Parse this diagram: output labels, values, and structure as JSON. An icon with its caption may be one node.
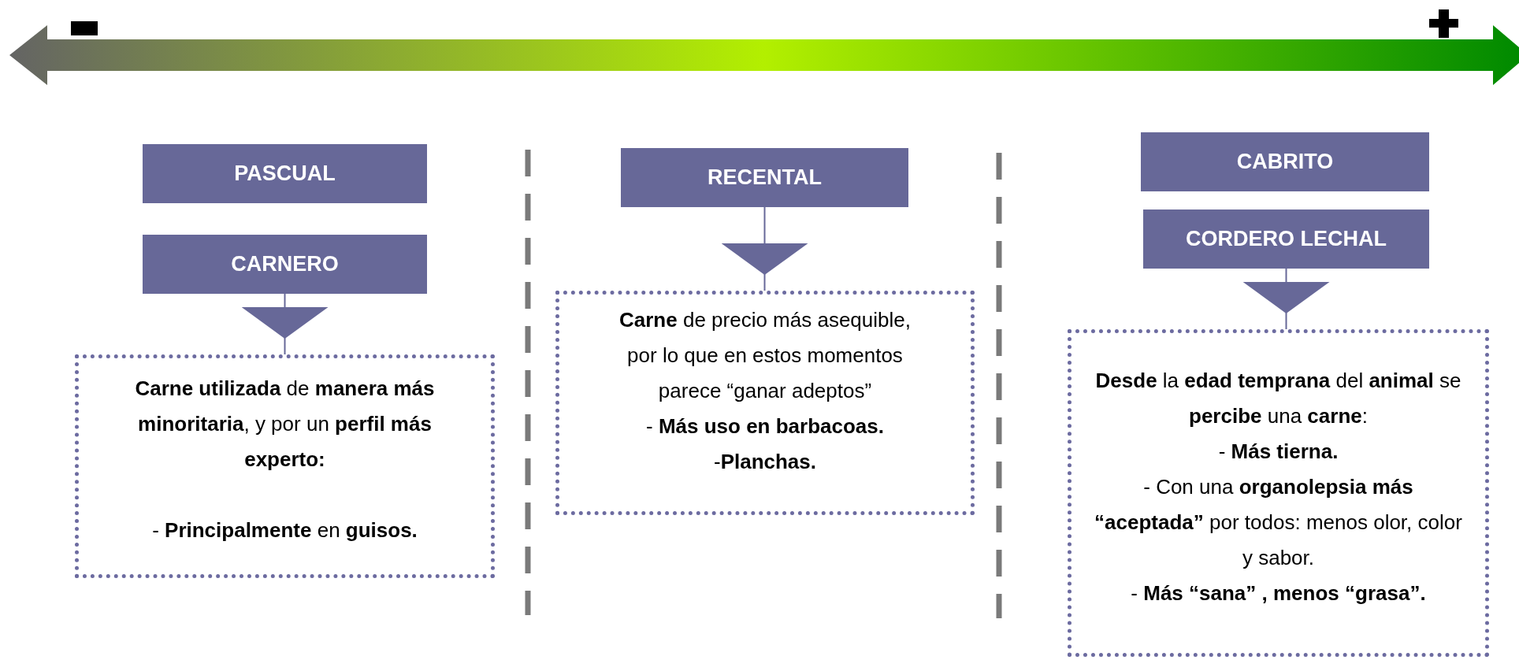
{
  "diagram": {
    "nodes": [
      {
        "text": [
          "PASCUAL"
        ]
      },
      {
        "text": [
          "CARNERO"
        ]
      },
      {
        "text": [
          "**Carne utilizada** de **manera más minoritaria**, y por un **perfil más experto:**",
          "- **Principalmente** en **guisos.**"
        ]
      },
      {
        "text": [
          "RECENTAL"
        ]
      },
      {
        "text": [
          "**Carne** de precio más asequible, por lo que en estos momentos parece “ganar adeptos”",
          "- **Más uso en barbacoas.**",
          "-**Planchas.**"
        ]
      },
      {
        "text": [
          "CABRITO"
        ]
      },
      {
        "text": [
          "CORDERO LECHAL"
        ]
      },
      {
        "text": [
          "**Desde** la **edad temprana** del **animal** se **percibe** una **carne**:",
          "- **Más tierna.**",
          "- Con una **organolepsia más “aceptada”** por todos: menos olor, color y sabor.",
          "- **Más “sana” , menos “grasa”.**"
        ]
      }
    ],
    "edges": [
      {
        "from": 1,
        "to": 2,
        "arrow": "to"
      },
      {
        "from": 3,
        "to": 4,
        "arrow": "to"
      },
      {
        "from": 6,
        "to": 7,
        "arrow": "to"
      }
    ]
  }
}
